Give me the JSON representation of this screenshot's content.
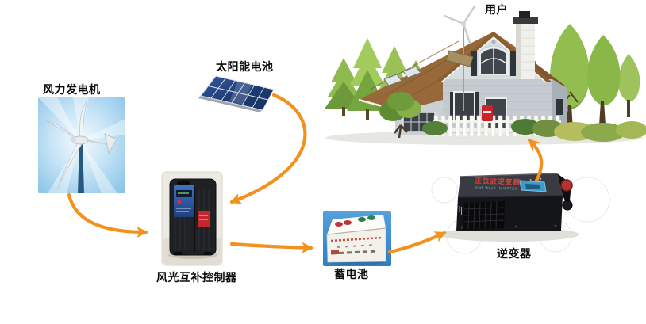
{
  "diagram": {
    "background_color": "#FFFFFF",
    "arrow_color": "#F2911C",
    "label_color": "#0B0B0B",
    "nodes": {
      "wind_turbine": {
        "label": "风力发电机"
      },
      "solar_panel": {
        "label": "太阳能电池"
      },
      "controller": {
        "label": "风光互补控制器"
      },
      "battery": {
        "label": "蓄电池"
      },
      "inverter": {
        "label": "逆变器",
        "device_text": "正弦波逆变器",
        "device_subtext": "SINE WAVE INVERTER"
      },
      "user": {
        "label": "用户"
      }
    },
    "edges": [
      {
        "from": "wind_turbine",
        "to": "controller"
      },
      {
        "from": "solar_panel",
        "to": "controller"
      },
      {
        "from": "controller",
        "to": "battery"
      },
      {
        "from": "battery",
        "to": "inverter"
      },
      {
        "from": "inverter",
        "to": "user"
      }
    ]
  }
}
